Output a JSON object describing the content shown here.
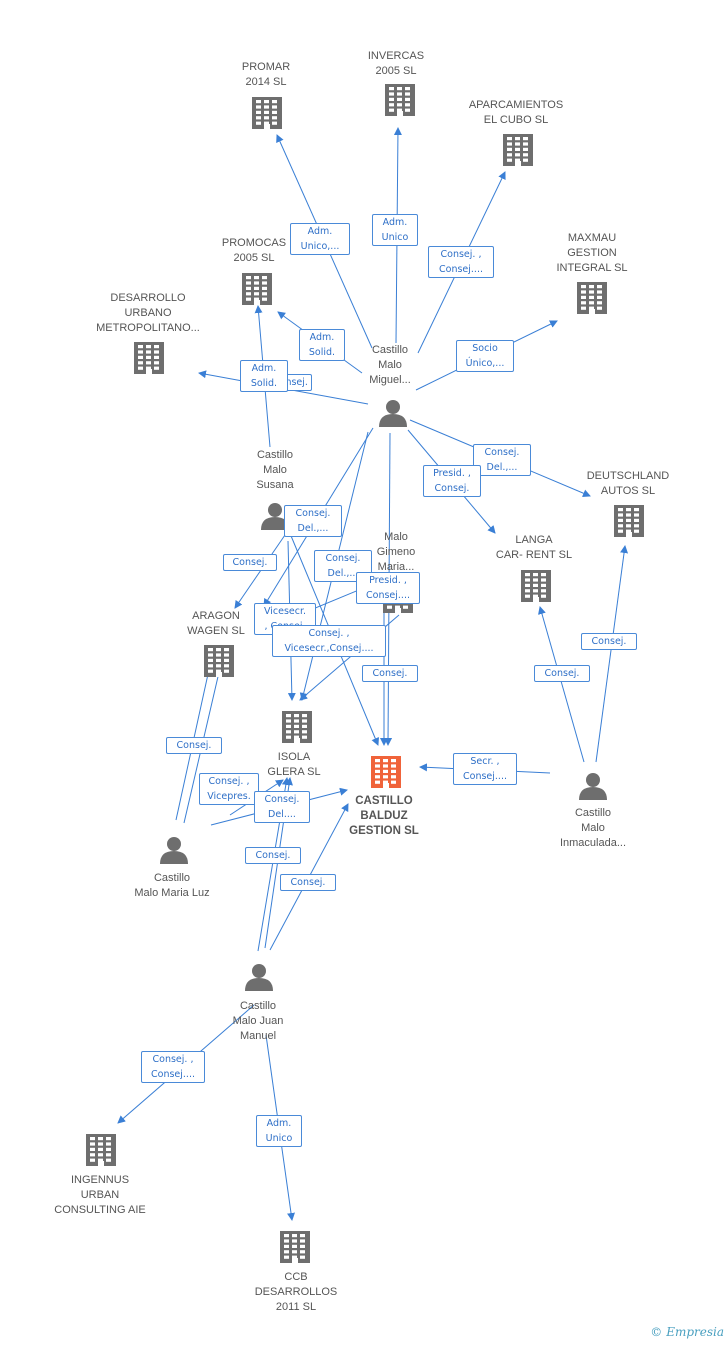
{
  "colors": {
    "edge": "#3a7fd5",
    "building": "#6e6e6e",
    "center": "#f0633a",
    "person": "#6e6e6e",
    "label_border": "#4a8ad8",
    "label_text": "#2e6fc7"
  },
  "nodes": {
    "promar": {
      "label": "PROMAR\n2014  SL",
      "type": "company"
    },
    "invercas": {
      "label": "INVERCAS\n2005 SL",
      "type": "company"
    },
    "aparcamientos": {
      "label": "APARCAMIENTOS\nEL CUBO SL",
      "type": "company"
    },
    "promocas": {
      "label": "PROMOCAS\n2005 SL",
      "type": "company"
    },
    "maxmau": {
      "label": "MAXMAU\nGESTION\nINTEGRAL SL",
      "type": "company"
    },
    "desarrollo": {
      "label": "DESARROLLO\nURBANO\nMETROPOLITANO...",
      "type": "company"
    },
    "cmmiguel": {
      "label": "Castillo\nMalo\nMiguel...",
      "type": "person"
    },
    "cmsusana": {
      "label": "Castillo\nMalo\nSusana",
      "type": "person"
    },
    "deutschland": {
      "label": "DEUTSCHLAND\nAUTOS  SL",
      "type": "company"
    },
    "langa": {
      "label": "LANGA\nCAR- RENT  SL",
      "type": "company"
    },
    "malogimeno": {
      "label": "Malo\nGimeno\nMaria...",
      "type": "person"
    },
    "aragon": {
      "label": "ARAGON\nWAGEN  SL",
      "type": "company"
    },
    "isola": {
      "label": "ISOLA\nGLERA  SL",
      "type": "company"
    },
    "center": {
      "label": "CASTILLO\nBALDUZ\nGESTION SL",
      "type": "center"
    },
    "cminmaculada": {
      "label": "Castillo\nMalo\nInmaculada...",
      "type": "person"
    },
    "cmmarialuz": {
      "label": "Castillo\nMalo Maria Luz",
      "type": "person"
    },
    "cmjuan": {
      "label": "Castillo\nMalo Juan\nManuel",
      "type": "person"
    },
    "ingennus": {
      "label": "INGENNUS\nURBAN\nCONSULTING AIE",
      "type": "company"
    },
    "ccb": {
      "label": "CCB\nDESARROLLOS\n2011  SL",
      "type": "company"
    }
  },
  "relations": [
    "Adm.\nUnico,...",
    "Adm.\nUnico",
    "Consej. ,\nConsej....",
    "Adm.\nSolid.",
    "Socio\nÚnico,...",
    "Consej.",
    "Adm.\nSolid.",
    "Consej.\nDel.,...",
    "Presid. ,\nConsej.",
    "Consej.\nDel.,...",
    "Consej.",
    "Consej.\nDel.,...",
    "Presid. ,\nConsej....",
    "Vicesecr.\n, Consej.",
    "Consej. ,\nVicesecr.,Consej....",
    "Consej.",
    "Consej.",
    "Consej.",
    "Consej.",
    "Consej. ,\nVicepres.",
    "Consej.\nDel....",
    "Secr. ,\nConsej....",
    "Consej.",
    "Consej.",
    "Consej. ,\nConsej....",
    "Adm.\nUnico"
  ],
  "footer": {
    "copyright": "©",
    "brand": "Empresia"
  }
}
